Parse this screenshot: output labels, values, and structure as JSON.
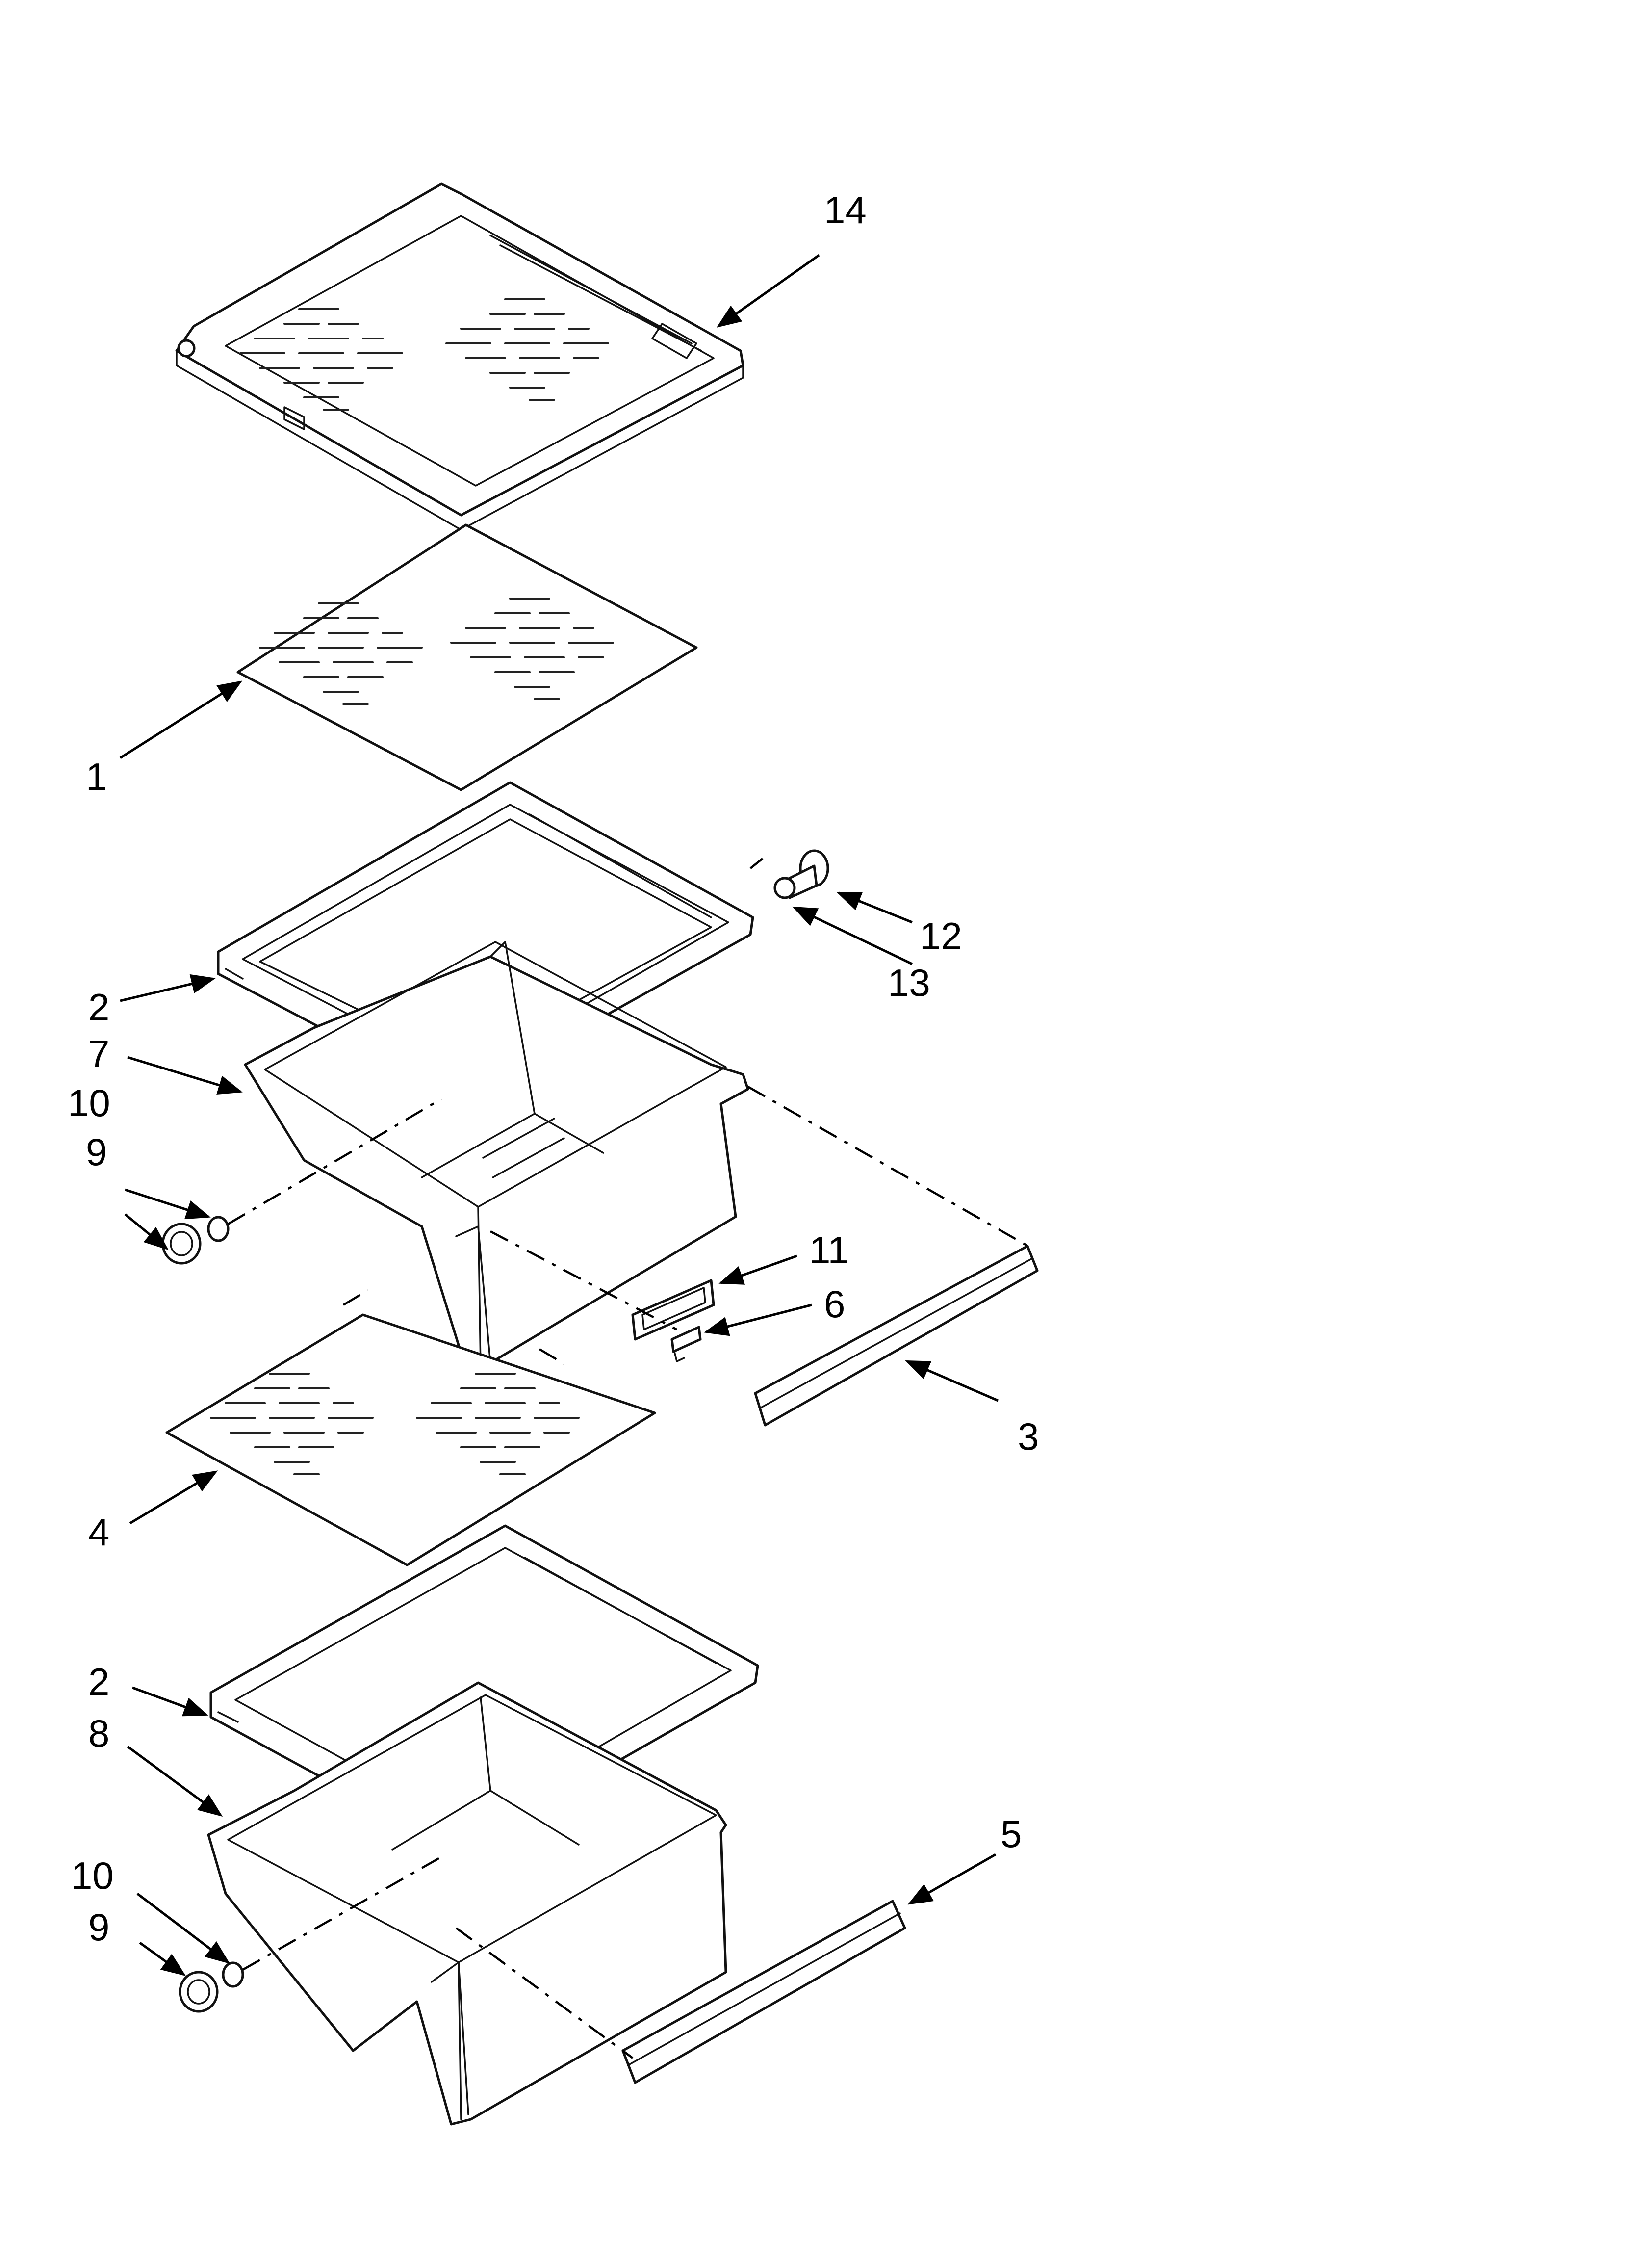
{
  "callouts": {
    "c14": "14",
    "c1": "1",
    "c12": "12",
    "c13": "13",
    "c2a": "2",
    "c7": "7",
    "c10a": "10",
    "c9a": "9",
    "c11": "11",
    "c6": "6",
    "c3": "3",
    "c4": "4",
    "c2b": "2",
    "c8": "8",
    "c5": "5",
    "c10b": "10",
    "c9b": "9"
  }
}
